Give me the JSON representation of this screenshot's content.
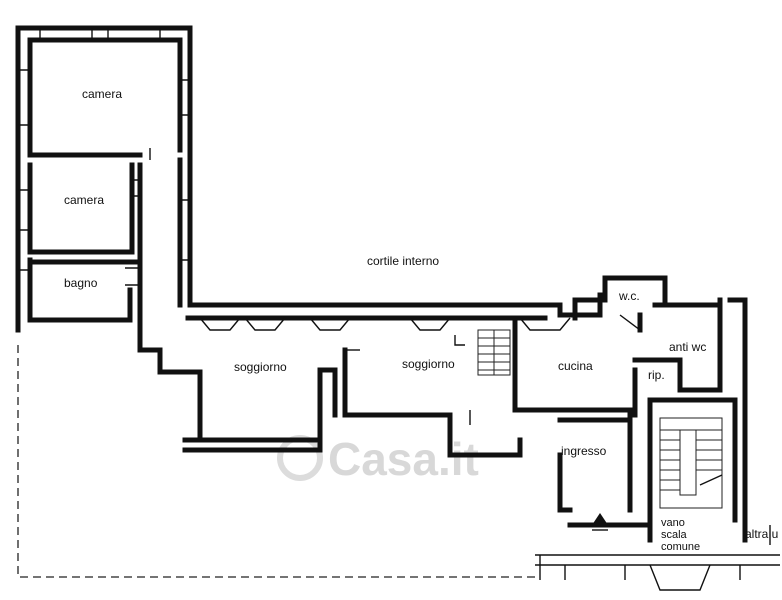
{
  "rooms": {
    "camera_top": "camera",
    "camera_mid": "camera",
    "bagno": "bagno",
    "cortile": "cortile interno",
    "soggiorno_left": "soggiorno",
    "soggiorno_right": "soggiorno",
    "cucina": "cucina",
    "wc": "w.c.",
    "anti_wc": "anti wc",
    "rip": "rip.",
    "ingresso": "ingresso",
    "vano_line1": "vano",
    "vano_line2": "scala",
    "vano_line3": "comune",
    "altra": "altra u"
  },
  "watermark": "Casa.it",
  "colors": {
    "ink": "#111111",
    "watermark": "#d8d8d8"
  }
}
